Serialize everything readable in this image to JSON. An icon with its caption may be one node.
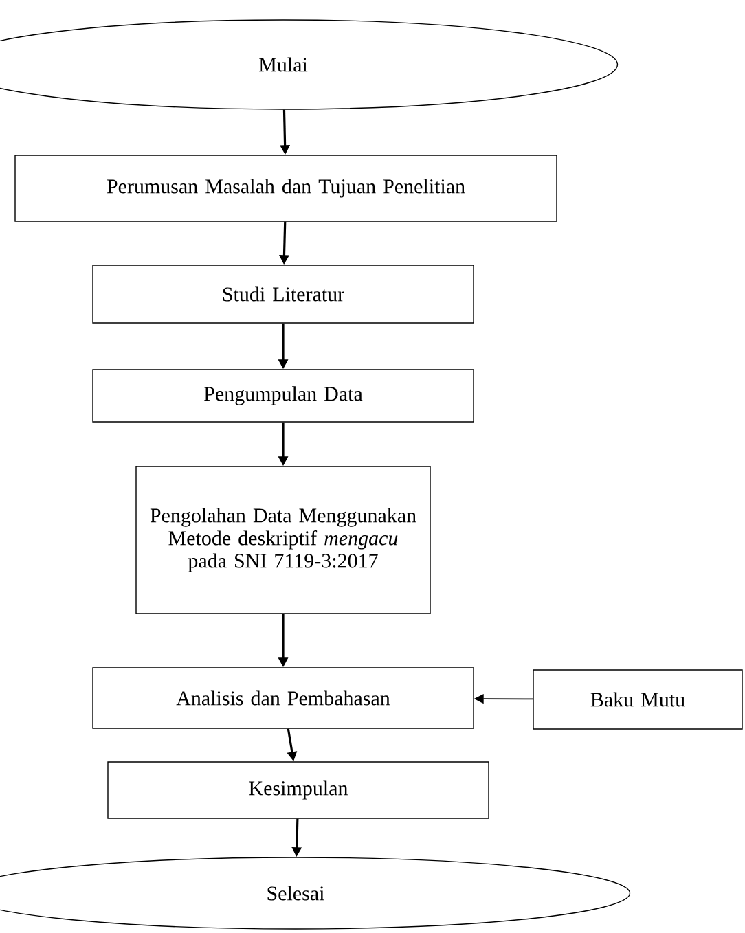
{
  "diagram": {
    "nodes": [
      {
        "text": [
          "Mulai"
        ]
      },
      {
        "text": [
          "Perumusan Masalah dan Tujuan Penelitian"
        ]
      },
      {
        "text": [
          "Studi Literatur"
        ]
      },
      {
        "text": [
          "Pengumpulan Data"
        ]
      },
      {
        "text": [
          "Pengolahan Data Menggunakan Metode deskriptif *mengacu* pada SNI 7119-3:2017"
        ]
      },
      {
        "text": [
          "Analisis dan Pembahasan"
        ]
      },
      {
        "text": [
          "Baku Mutu"
        ]
      },
      {
        "text": [
          "Kesimpulan"
        ]
      },
      {
        "text": [
          "Selesai"
        ]
      }
    ],
    "edges": [
      {
        "from": 0,
        "to": 1,
        "arrow": "to"
      },
      {
        "from": 1,
        "to": 2,
        "arrow": "to"
      },
      {
        "from": 2,
        "to": 3,
        "arrow": "to"
      },
      {
        "from": 3,
        "to": 4,
        "arrow": "to"
      },
      {
        "from": 4,
        "to": 5,
        "arrow": "to"
      },
      {
        "from": 6,
        "to": 5,
        "arrow": "to"
      },
      {
        "from": 5,
        "to": 7,
        "arrow": "to"
      },
      {
        "from": 7,
        "to": 8,
        "arrow": "to"
      }
    ]
  }
}
